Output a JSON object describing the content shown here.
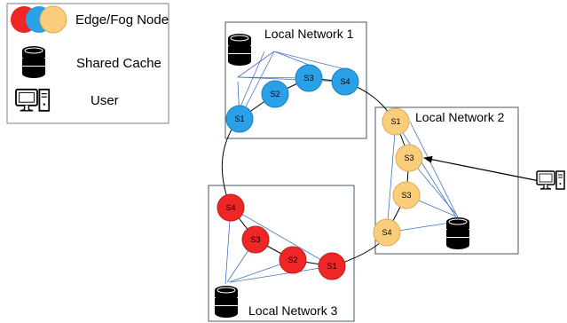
{
  "legend": {
    "node_label": "Edge/Fog Node",
    "cache_label": "Shared Cache",
    "user_label": "User",
    "node_colors": [
      "#ee2626",
      "#2aa1e6",
      "#f9cd7c"
    ]
  },
  "networks": [
    {
      "label": "Local Network 1",
      "color": "#2aa1e6",
      "nodes": [
        "S1",
        "S2",
        "S3",
        "S4"
      ]
    },
    {
      "label": "Local Network 2",
      "color": "#f9cd7c",
      "nodes": [
        "S1",
        "S3",
        "S3",
        "S4"
      ]
    },
    {
      "label": "Local Network 3",
      "color": "#ee2626",
      "nodes": [
        "S4",
        "S3",
        "S2",
        "S1"
      ]
    }
  ],
  "link_color": "#4472c4"
}
